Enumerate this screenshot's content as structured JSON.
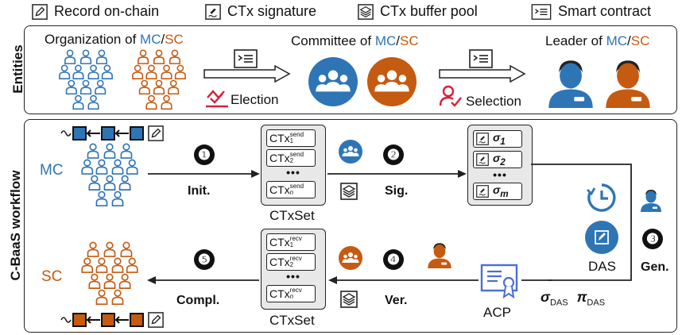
{
  "legend": {
    "record": "Record on-chain",
    "signature": "CTx signature",
    "buffer": "CTx buffer pool",
    "contract": "Smart contract"
  },
  "entities": {
    "section_label": "Entities",
    "org_prefix": "Organization of",
    "committee_prefix": "Committee of",
    "leader_prefix": "Leader of",
    "mc": "MC",
    "slash": "/",
    "sc": "SC",
    "election": "Election",
    "selection": "Selection"
  },
  "workflow": {
    "section_label": "C-BaaS workflow",
    "mc": "MC",
    "sc": "SC",
    "steps": [
      "❶",
      "❷",
      "❸",
      "❹",
      "❺"
    ],
    "init": "Init.",
    "sig": "Sig.",
    "gen": "Gen.",
    "ver": "Ver.",
    "compl": "Compl.",
    "ctxset": "CTxSet",
    "ctx_base": "CTx",
    "send": "send",
    "recv": "recv",
    "subs": [
      "1",
      "2",
      "n"
    ],
    "sig_subs": [
      "1",
      "2",
      "m"
    ],
    "sigma": "σ",
    "dots": "•••",
    "das": "DAS",
    "acp": "ACP",
    "sigma_das": "σ",
    "pi_das": "π",
    "das_sub": "DAS"
  },
  "colors": {
    "mc": "#2e75b6",
    "sc": "#c55a11"
  }
}
